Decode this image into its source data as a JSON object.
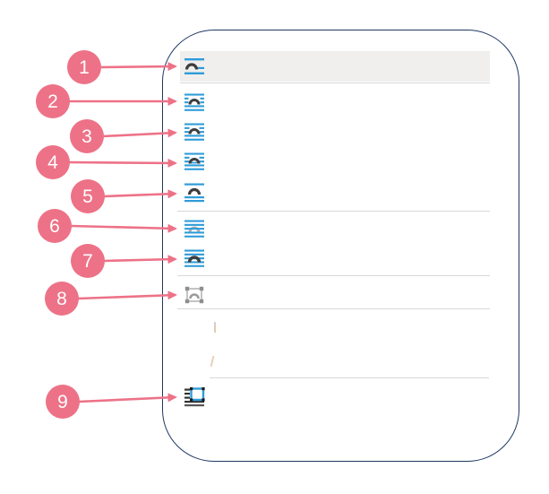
{
  "annotation": {
    "callouts": [
      {
        "number": "1",
        "target_icon": "in-line-with-text-icon"
      },
      {
        "number": "2",
        "target_icon": "square-wrap-icon"
      },
      {
        "number": "3",
        "target_icon": "tight-wrap-icon"
      },
      {
        "number": "4",
        "target_icon": "through-wrap-icon"
      },
      {
        "number": "5",
        "target_icon": "top-and-bottom-wrap-icon"
      },
      {
        "number": "6",
        "target_icon": "behind-text-icon"
      },
      {
        "number": "7",
        "target_icon": "in-front-of-text-icon"
      },
      {
        "number": "8",
        "target_icon": "edit-wrap-points-icon"
      },
      {
        "number": "9",
        "target_icon": "set-default-layout-icon"
      }
    ],
    "stray_marks": [
      "vertical-faint-stroke",
      "diagonal-faint-stroke"
    ]
  },
  "menu": {
    "items": [
      {
        "icon": "in-line-with-text-icon",
        "state": "selected"
      },
      {
        "icon": "square-wrap-icon",
        "state": "normal"
      },
      {
        "icon": "tight-wrap-icon",
        "state": "normal"
      },
      {
        "icon": "through-wrap-icon",
        "state": "normal"
      },
      {
        "icon": "top-and-bottom-wrap-icon",
        "state": "normal"
      },
      {
        "icon": "behind-text-icon",
        "state": "normal"
      },
      {
        "icon": "in-front-of-text-icon",
        "state": "normal"
      },
      {
        "icon": "edit-wrap-points-icon",
        "state": "disabled"
      },
      {
        "icon": "set-default-layout-icon",
        "state": "normal"
      }
    ]
  },
  "colors": {
    "callout_pink": "#ed7287",
    "panel_border_navy": "#1f3864",
    "icon_blue": "#2f9cd9",
    "icon_dark": "#3e3e3e",
    "selected_row_bg": "#f0efee",
    "separator_gray": "#d8d8d8",
    "disabled_gray": "#9c9c9c"
  }
}
